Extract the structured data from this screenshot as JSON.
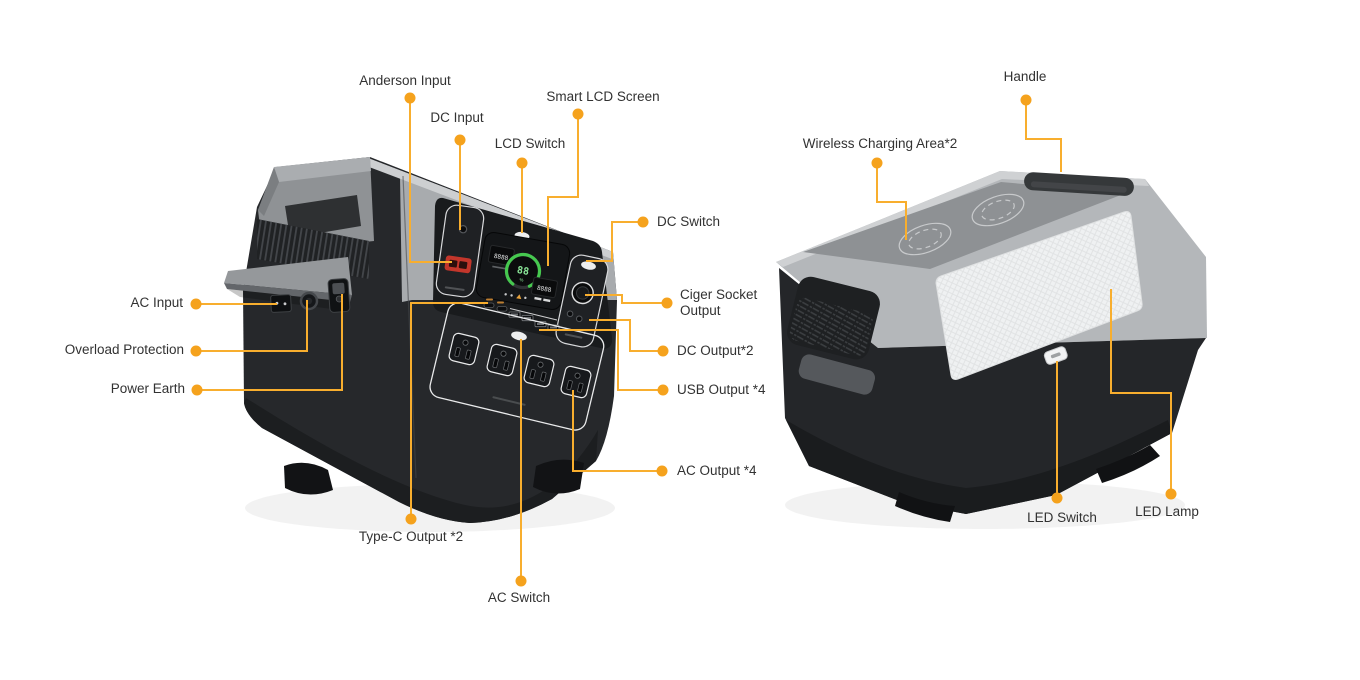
{
  "page": {
    "background": "#ffffff"
  },
  "style": {
    "callout_line_color": "#F8AE2E",
    "callout_dot_color": "#F5A21D",
    "label_text_color": "#323232",
    "device_body_color": "#26282B",
    "device_gray_color": "#A8ABAE",
    "lcd_ring_color": "#46C84F",
    "anderson_connector_color": "#C3362B",
    "led_panel_color": "#EFF1F2"
  },
  "front_view": {
    "name": "front-left view of portable power station",
    "callouts": [
      {
        "id": "anderson-input",
        "label": "Anderson Input"
      },
      {
        "id": "dc-input",
        "label": "DC Input"
      },
      {
        "id": "lcd-switch",
        "label": "LCD Switch"
      },
      {
        "id": "smart-lcd-screen",
        "label": "Smart LCD Screen"
      },
      {
        "id": "dc-switch",
        "label": "DC Switch"
      },
      {
        "id": "ciger-socket-output",
        "label": "Ciger Socket Output"
      },
      {
        "id": "dc-output",
        "label": "DC Output*2"
      },
      {
        "id": "usb-output",
        "label": "USB Output *4"
      },
      {
        "id": "ac-output",
        "label": "AC Output *4"
      },
      {
        "id": "type-c-output",
        "label": "Type-C Output *2"
      },
      {
        "id": "ac-switch",
        "label": "AC Switch"
      },
      {
        "id": "ac-input",
        "label": "AC Input"
      },
      {
        "id": "overload-protection",
        "label": "Overload Protection"
      },
      {
        "id": "power-earth",
        "label": "Power Earth"
      }
    ]
  },
  "rear_view": {
    "name": "rear-top view of portable power station",
    "callouts": [
      {
        "id": "handle",
        "label": "Handle"
      },
      {
        "id": "wireless-charging-area",
        "label": "Wireless Charging Area*2"
      },
      {
        "id": "led-switch",
        "label": "LED Switch"
      },
      {
        "id": "led-lamp",
        "label": "LED Lamp"
      }
    ]
  },
  "lcd": {
    "left_display": "8888",
    "right_display": "8888",
    "battery_level": "88"
  }
}
